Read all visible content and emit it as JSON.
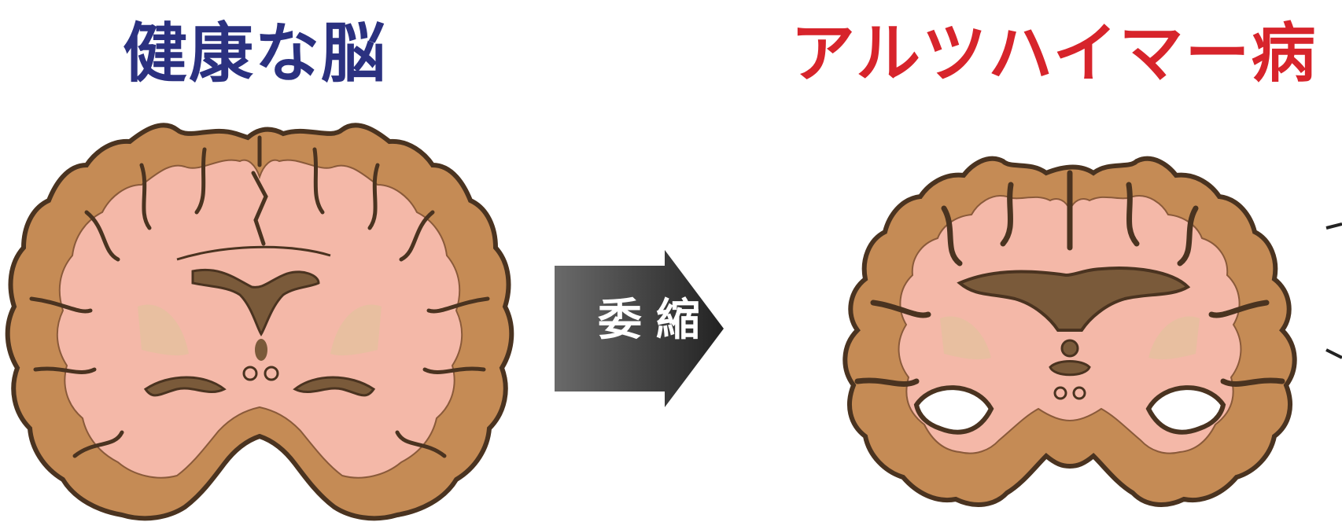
{
  "titles": {
    "healthy": "健康な脳",
    "alzheimers": "アルツハイマー病"
  },
  "arrow": {
    "label": "委縮"
  },
  "colors": {
    "healthy_title": "#2b3180",
    "alzheimers_title": "#d7242b",
    "cortex": "#c58b55",
    "outline": "#4a3320",
    "white_matter": "#f4b8a8",
    "ventricle": "#7a5a3a",
    "basal_ganglia": "#e8bfa0",
    "arrow_fill": "#333333"
  },
  "icons": {
    "healthy_brain": "coronal-brain-section-icon",
    "atrophied_brain": "atrophied-coronal-brain-section-icon",
    "arrow": "right-arrow-icon"
  }
}
